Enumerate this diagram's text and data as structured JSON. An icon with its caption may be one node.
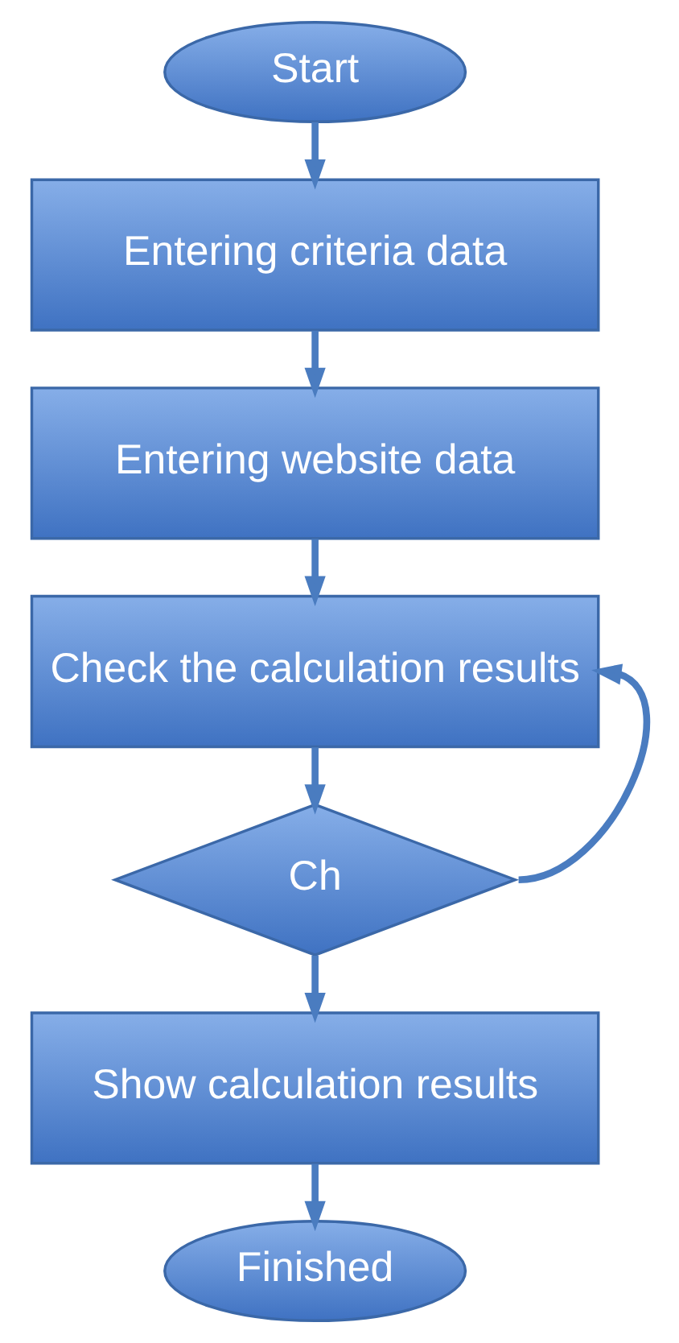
{
  "diagram": {
    "nodes": [
      {
        "text": [
          "Start"
        ]
      },
      {
        "text": [
          "Entering criteria data"
        ]
      },
      {
        "text": [
          "Entering website data"
        ]
      },
      {
        "text": [
          "Check the calculation results"
        ]
      },
      {
        "text": [
          "Ch"
        ]
      },
      {
        "text": [
          "Show calculation results"
        ]
      },
      {
        "text": [
          "Finished"
        ]
      }
    ],
    "edges": [
      {
        "from": 0,
        "to": 1,
        "arrow": "to"
      },
      {
        "from": 1,
        "to": 2,
        "arrow": "to"
      },
      {
        "from": 2,
        "to": 3,
        "arrow": "to"
      },
      {
        "from": 3,
        "to": 4,
        "arrow": "to"
      },
      {
        "from": 4,
        "to": 5,
        "arrow": "to"
      },
      {
        "from": 5,
        "to": 6,
        "arrow": "to"
      },
      {
        "from": 4,
        "to": 3,
        "arrow": "to"
      }
    ]
  }
}
